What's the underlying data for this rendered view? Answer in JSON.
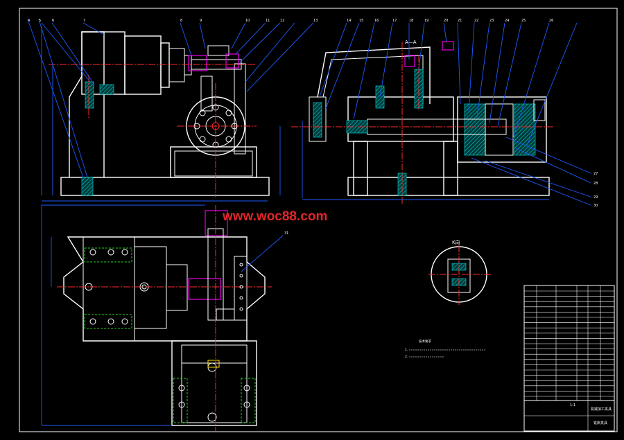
{
  "watermark": "www.woc88.com",
  "views": {
    "section_label": "A—A",
    "detail_label": "K向"
  },
  "balloons_top_left": [
    "4",
    "5",
    "6",
    "7",
    "8",
    "9",
    "10",
    "11",
    "12",
    "13"
  ],
  "balloons_top_right": [
    "14",
    "15",
    "16",
    "17",
    "18",
    "19",
    "20",
    "21",
    "22",
    "23",
    "24",
    "25",
    "26"
  ],
  "balloons_right_side": [
    "27",
    "28",
    "29",
    "30"
  ],
  "balloon_plan": "31",
  "technical_requirements": {
    "heading": "技术要求",
    "items": [
      "1.",
      "2."
    ]
  },
  "title_block": {
    "part_name": "铣床夹具",
    "school": "机械加工夹具",
    "scale": "1:1"
  },
  "colors": {
    "background": "#000000",
    "outline": "#ffffff",
    "centerline": "#ff2a2a",
    "dimension": "#1e5bff",
    "hatch": "#00c8c8",
    "clamp": "#ff00ff",
    "hidden": "#1fd11f",
    "watermark": "#e0262a"
  }
}
